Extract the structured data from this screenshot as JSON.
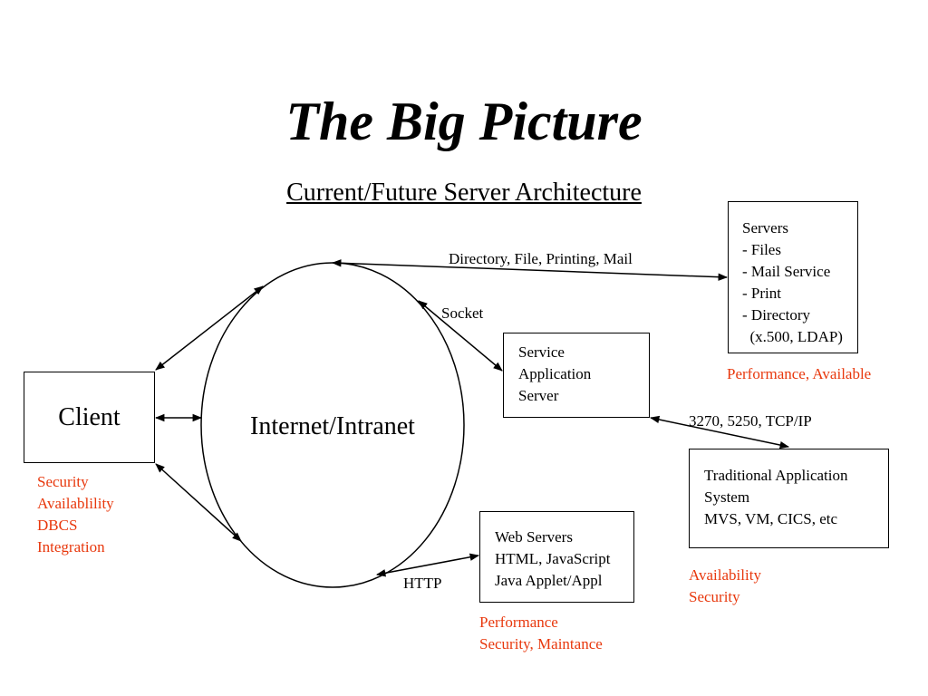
{
  "title": "The Big Picture",
  "subtitle": "Current/Future Server Architecture",
  "nodes": {
    "client": {
      "label": "Client"
    },
    "network": {
      "label": "Internet/Intranet"
    },
    "servers": {
      "lines": [
        "Servers",
        "- Files",
        "- Mail Service",
        "- Print",
        "- Directory",
        "  (x.500, LDAP)"
      ]
    },
    "service_app": {
      "lines": [
        "Service",
        "Application",
        "Server"
      ]
    },
    "traditional": {
      "lines": [
        "Traditional Application",
        "System",
        "MVS, VM, CICS, etc"
      ]
    },
    "web_servers": {
      "lines": [
        "Web Servers",
        "HTML, JavaScript",
        "Java Applet/Appl"
      ]
    }
  },
  "connections": {
    "directory": "Directory, File, Printing, Mail",
    "socket": "Socket",
    "protocols": "3270, 5250, TCP/IP",
    "http": "HTTP"
  },
  "notes": {
    "client": [
      "Security",
      "Availablility",
      "DBCS",
      "Integration"
    ],
    "servers": [
      "Performance, Available"
    ],
    "traditional": [
      "Availability",
      "Security"
    ],
    "web": [
      "Performance",
      "Security, Maintance"
    ]
  },
  "colors": {
    "note": "#e8380d",
    "line": "#000000"
  }
}
